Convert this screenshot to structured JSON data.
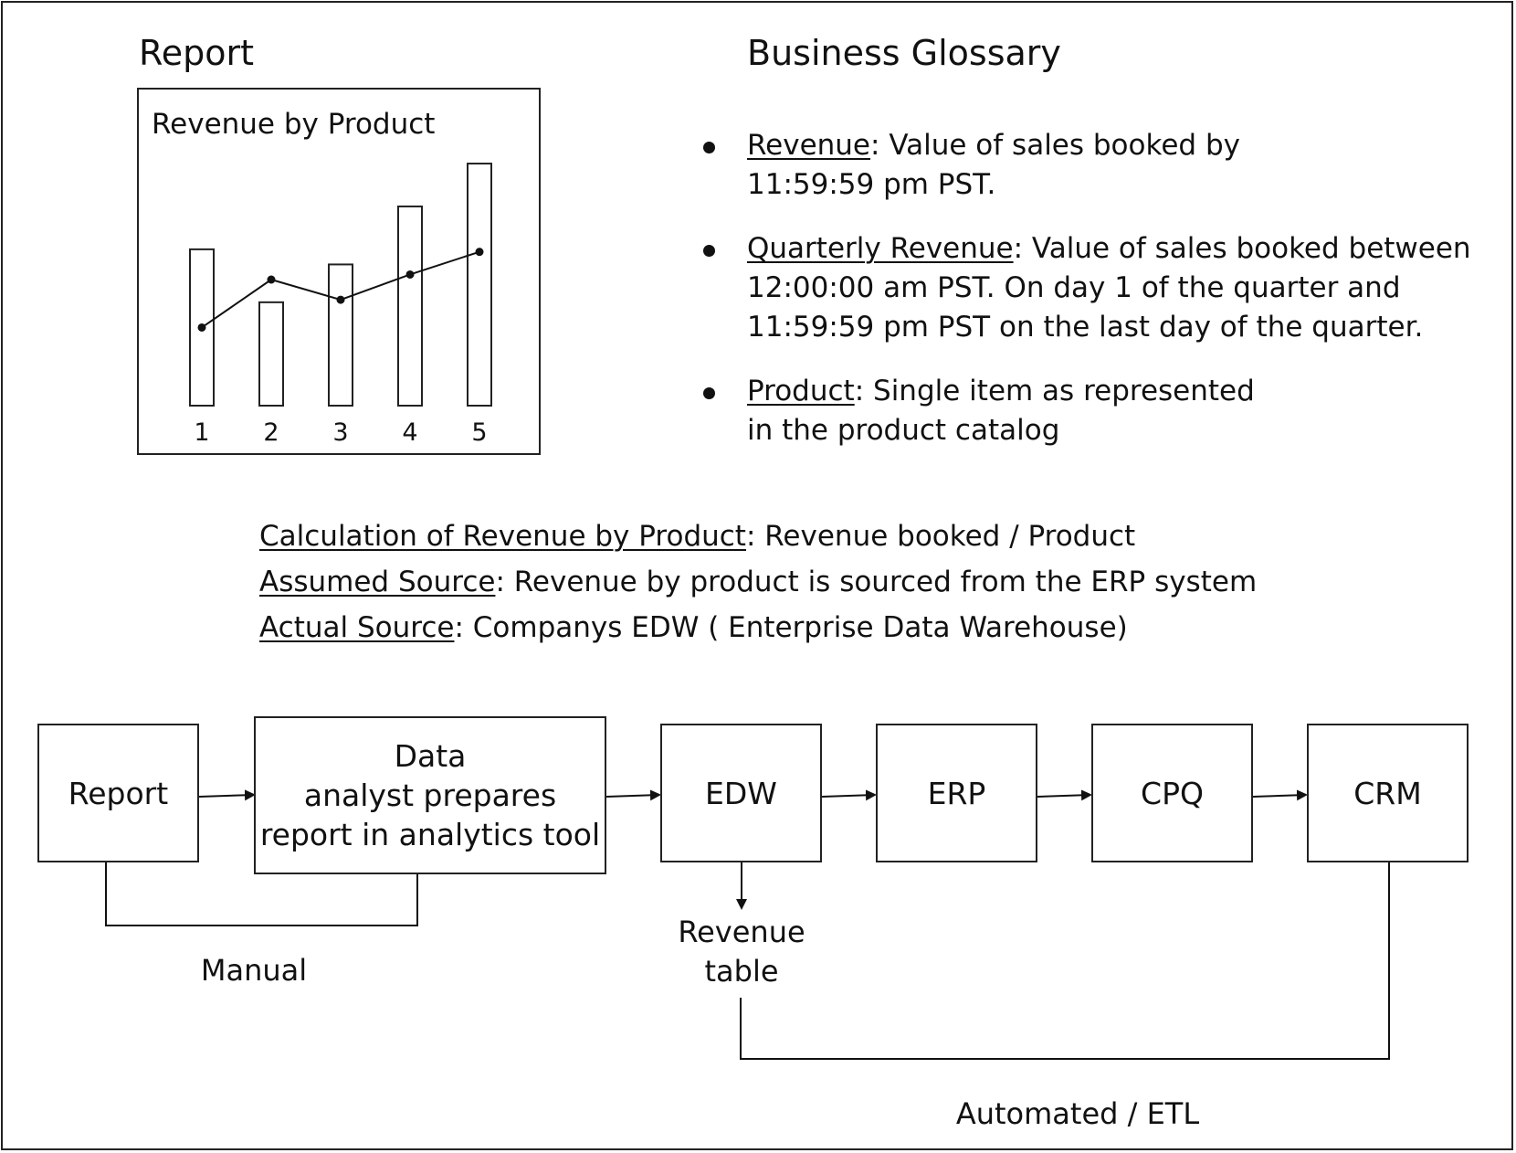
{
  "report": {
    "heading": "Report",
    "chart_title": "Revenue by Product"
  },
  "chart_data": {
    "type": "bar",
    "title": "Revenue by Product",
    "categories": [
      "1",
      "2",
      "3",
      "4",
      "5"
    ],
    "series": [
      {
        "type": "bar",
        "values": [
          62,
          41,
          56,
          79,
          96
        ]
      },
      {
        "type": "line",
        "values": [
          31,
          50,
          42,
          52,
          61
        ]
      }
    ],
    "ylim": [
      0,
      100
    ],
    "grid": false
  },
  "glossary": {
    "heading": "Business Glossary",
    "items": [
      {
        "term": "Revenue",
        "lines": [
          "Value of sales booked by",
          "11:59:59 pm PST."
        ]
      },
      {
        "term": "Quarterly Revenue",
        "lines": [
          "Value of sales booked between",
          "12:00:00 am PST. On day 1 of the quarter and",
          "11:59:59 pm PST on the last day of the quarter."
        ]
      },
      {
        "term": "Product",
        "lines": [
          "Single item as represented",
          "in the product catalog"
        ]
      }
    ]
  },
  "calculation": [
    {
      "term": "Calculation of Revenue by Product",
      "value": "Revenue booked / Product"
    },
    {
      "term": "Assumed Source",
      "value": "Revenue by product is sourced from the ERP system"
    },
    {
      "term": "Actual Source",
      "value": "Companys EDW ( Enterprise Data Warehouse)"
    }
  ],
  "flow": {
    "report": "Report",
    "analyst": "Data\nanalyst prepares\nreport in analytics tool",
    "edw": "EDW",
    "erp": "ERP",
    "cpq": "CPQ",
    "crm": "CRM",
    "revenue_table": "Revenue\ntable",
    "manual_label": "Manual",
    "automated_label": "Automated / ETL"
  }
}
